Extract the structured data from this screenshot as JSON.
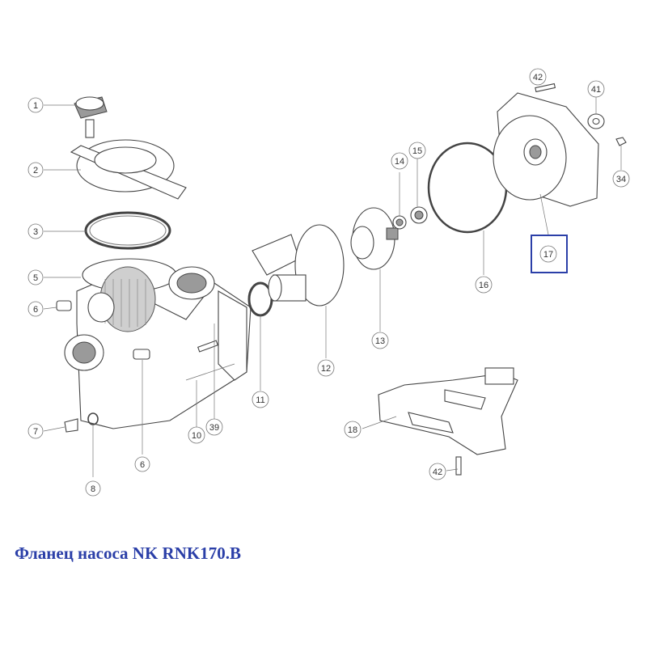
{
  "diagram": {
    "labels": {
      "p1": "1",
      "p2": "2",
      "p3": "3",
      "p5": "5",
      "p6a": "6",
      "p6b": "6",
      "p7": "7",
      "p8": "8",
      "p10": "10",
      "p11": "11",
      "p12": "12",
      "p13": "13",
      "p14": "14",
      "p15": "15",
      "p16": "16",
      "p17": "17",
      "p18": "18",
      "p34": "34",
      "p39": "39",
      "p41": "41",
      "p42a": "42",
      "p42b": "42"
    },
    "highlight_color": "#2b3fa8"
  },
  "caption": "Фланец насоса NK RNK170.B"
}
